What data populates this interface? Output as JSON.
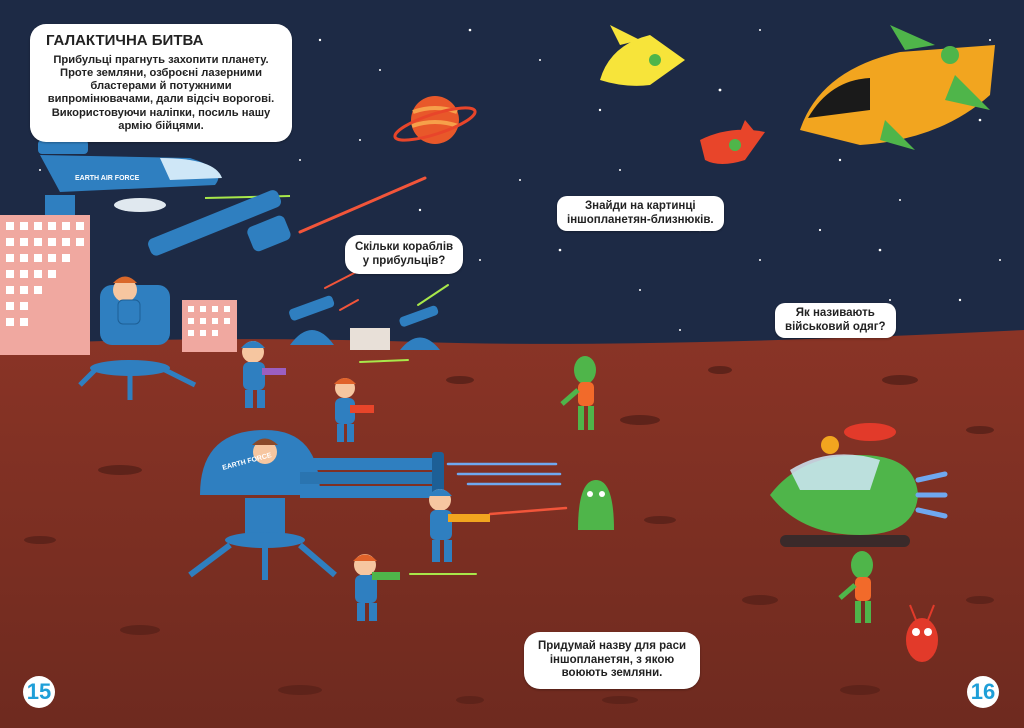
{
  "intro": {
    "title": "ГАЛАКТИЧНА БИТВА",
    "text": "Прибульці прагнуть захопити планету. Проте земляни, озброєні лазерними бластерами й потужними випромінювачами, дали відсіч ворогові. Використовуючи наліпки, посиль нашу армію бійцями."
  },
  "questions": {
    "ships_line1": "Скільки кораблів",
    "ships_line2": "у прибульців?",
    "twins_line1": "Знайди на картинці",
    "twins_line2": "іншопланетян-близнюків.",
    "uniform_line1": "Як називають",
    "uniform_line2": "військовий одяг?",
    "race_line1": "Придумай назву для раси",
    "race_line2": "іншопланетян, з якою",
    "race_line3": "воюють земляни."
  },
  "labels": {
    "ship_text": "EARTH AIR FORCE",
    "cannon_text": "EARTH FORCE"
  },
  "pages": {
    "left": "15",
    "right": "16"
  },
  "colors": {
    "sky": "#1d2a45",
    "ground": "#7a2e23",
    "earth_blue": "#2f7fc0",
    "alien_green": "#4fb54a",
    "alien_orange": "#f2a51f",
    "page_number": "#1f9fd8"
  }
}
